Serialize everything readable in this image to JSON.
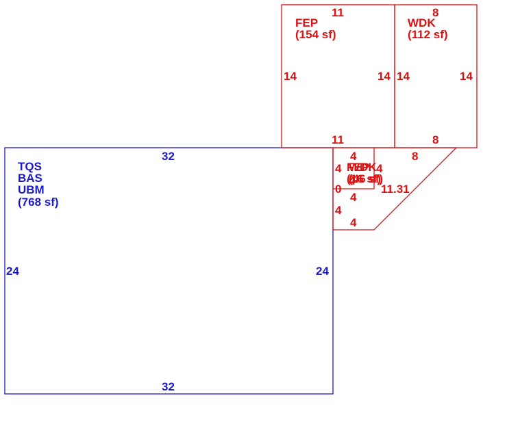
{
  "colors": {
    "main": "#1a1acc",
    "addition": "#dd1111"
  },
  "areas": {
    "main": {
      "codes": [
        "TQS",
        "BAS",
        "UBM"
      ],
      "area": "(768 sf)",
      "dims": {
        "top": "32",
        "bottom": "32",
        "left": "24",
        "right": "24"
      }
    },
    "fep": {
      "code": "FEP",
      "area": "(154 sf)",
      "dims": {
        "top": "11",
        "bottom": "11",
        "left": "14",
        "right": "14"
      }
    },
    "wdk": {
      "code": "WDK",
      "area": "(112 sf)",
      "dims": {
        "top": "8",
        "bottom": "8",
        "left": "14",
        "right": "14"
      }
    },
    "small": {
      "codes_overlap": [
        "FEP",
        "WDK"
      ],
      "area_overlap": [
        "(16 sf)",
        "(46 sf)"
      ],
      "dims": {
        "top": "4",
        "left": "4",
        "right": "4",
        "inner": "4",
        "bottom": "4",
        "zero": "0",
        "left_lower": "4",
        "diag_top": "8",
        "diag": "11.31",
        "diag_bottom": "4"
      }
    }
  }
}
